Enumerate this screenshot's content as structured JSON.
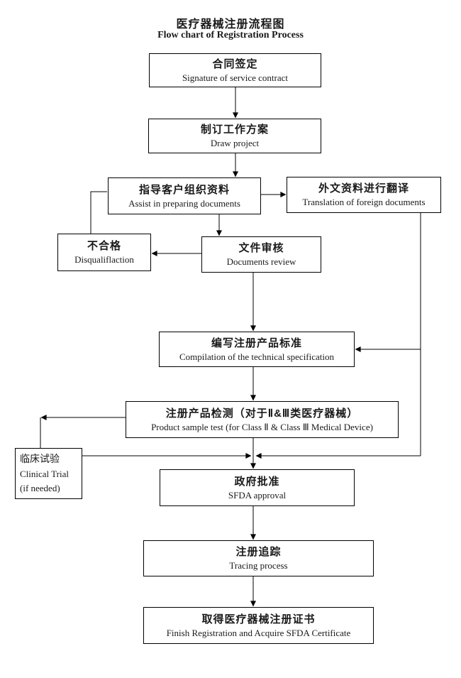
{
  "title": {
    "cn": "医疗器械注册流程图",
    "en": "Flow chart of Registration Process"
  },
  "boxes": {
    "contract": {
      "cn": "合同签定",
      "en": "Signature of service contract"
    },
    "draw": {
      "cn": "制订工作方案",
      "en": "Draw project"
    },
    "assist": {
      "cn": "指导客户组织资料",
      "en": "Assist in preparing documents"
    },
    "translation": {
      "cn": "外文资料进行翻译",
      "en": "Translation of foreign documents"
    },
    "disqual": {
      "cn": "不合格",
      "en": "Disqualiflaction"
    },
    "review": {
      "cn": "文件审核",
      "en": "Documents review"
    },
    "compilation": {
      "cn": "编写注册产品标准",
      "en": "Compilation of the technical specification"
    },
    "product_test": {
      "cn": "注册产品检测（对于Ⅱ&Ⅲ类医疗器械）",
      "en": "Product sample test (for Class Ⅱ & Class Ⅲ Medical Device)"
    },
    "clinical": {
      "cn": "临床试验",
      "en": "Clinical Trial",
      "note": "(if needed)"
    },
    "approval": {
      "cn": "政府批准",
      "en": "SFDA approval"
    },
    "tracing": {
      "cn": "注册追踪",
      "en": "Tracing process"
    },
    "certificate": {
      "cn": "取得医疗器械注册证书",
      "en": "Finish Registration and Acquire SFDA Certificate"
    }
  },
  "colors": {
    "line": "#000000",
    "background": "#ffffff",
    "text": "#1a1a1a"
  }
}
